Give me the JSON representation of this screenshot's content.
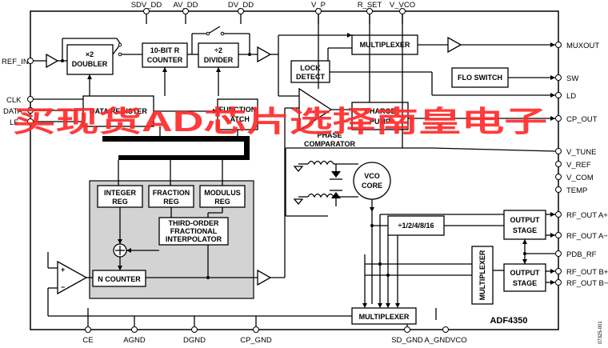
{
  "pins_top": [
    "SDV_DD",
    "AV_DD",
    "DV_DD",
    "V_P",
    "R_SET",
    "V_VCO"
  ],
  "pins_left": [
    "REF_IN",
    "CLK",
    "DATA",
    "LE"
  ],
  "pins_right": [
    "MUXOUT",
    "SW",
    "LD",
    "CP_OUT",
    "V_TUNE",
    "V_REF",
    "V_COM",
    "TEMP",
    "RF_OUT A+",
    "RF_OUT A−",
    "PDB_RF",
    "RF_OUT B+",
    "RF_OUT B−"
  ],
  "pins_bottom": [
    "CE",
    "AGND",
    "DGND",
    "CP_GND",
    "SD_GND",
    "A_GNDVCO"
  ],
  "blocks": {
    "doubler": [
      "×2",
      "DOUBLER"
    ],
    "r_counter": [
      "10-BIT R",
      "COUNTER"
    ],
    "divider": [
      "÷2",
      "DIVIDER"
    ],
    "multiplexer_top": "MULTIPLEXER",
    "lock_detect": [
      "LOCK",
      "DETECT"
    ],
    "flo_switch": "FLO SWITCH",
    "data_register": "DATA REGISTER",
    "function_latch": [
      "FUNCTION",
      "LATCH"
    ],
    "charge_pump": [
      "CHARGE",
      "PUMP"
    ],
    "phase_comparator": [
      "PHASE",
      "COMPARATOR"
    ],
    "vco_core": [
      "VCO",
      "CORE"
    ],
    "integer_reg": [
      "INTEGER",
      "REG"
    ],
    "fraction_reg": [
      "FRACTION",
      "REG"
    ],
    "modulus_reg": [
      "MODULUS",
      "REG"
    ],
    "interpolator": [
      "THIRD-ORDER",
      "FRACTIONAL",
      "INTERPOLATOR"
    ],
    "n_counter": "N COUNTER",
    "output_divider": "÷1/2/4/8/16",
    "output_stage": [
      "OUTPUT",
      "STAGE"
    ],
    "multiplexer_vertical": "MULTIPLEXER",
    "multiplexer_bottom": "MULTIPLEXER"
  },
  "op_amp_signs": [
    "+",
    "−"
  ],
  "part_number": "ADF4350",
  "figure_code": "07325-001",
  "watermark": "买现货AD芯片选择南皇电子",
  "colors": {
    "line": "#000000",
    "shade": "#d3d3d3",
    "watermark": "#ff2a2a"
  }
}
